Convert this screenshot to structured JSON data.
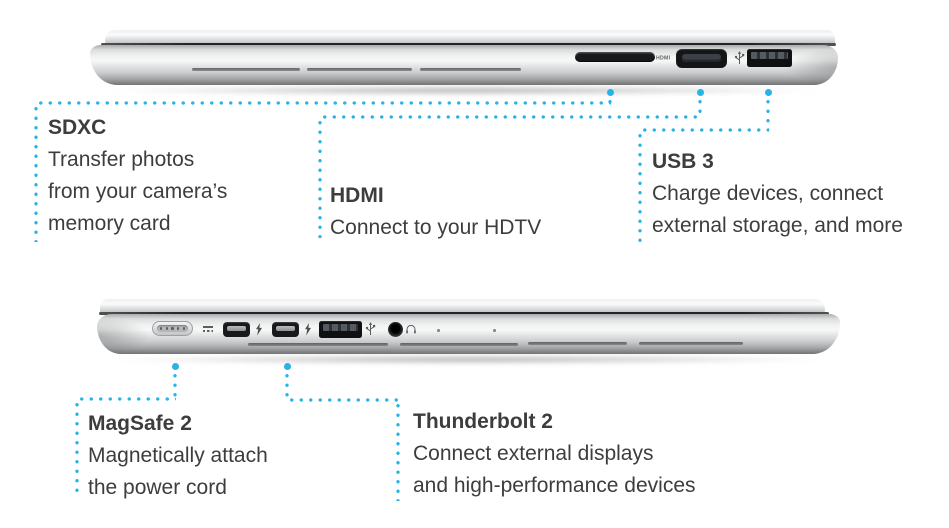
{
  "colors": {
    "accent": "#29b2e6",
    "text": "#3d3d3d",
    "background": "#ffffff"
  },
  "laptop_top": {
    "description": "macbook-pro-right-side",
    "engraving": "HDMI"
  },
  "laptop_bottom": {
    "description": "macbook-pro-left-side"
  },
  "callouts": [
    {
      "id": "sdxc",
      "title": "SDXC",
      "lines": [
        "Transfer photos",
        "from your camera’s",
        "memory card"
      ]
    },
    {
      "id": "hdmi",
      "title": "HDMI",
      "lines": [
        "Connect to your HDTV"
      ]
    },
    {
      "id": "usb3",
      "title": "USB 3",
      "lines": [
        "Charge devices, connect",
        "external storage, and more"
      ]
    },
    {
      "id": "magsafe2",
      "title": "MagSafe 2",
      "lines": [
        "Magnetically attach",
        "the power cord"
      ]
    },
    {
      "id": "thunderbolt2",
      "title": "Thunderbolt 2",
      "lines": [
        "Connect external displays",
        "and high-performance devices"
      ]
    }
  ]
}
